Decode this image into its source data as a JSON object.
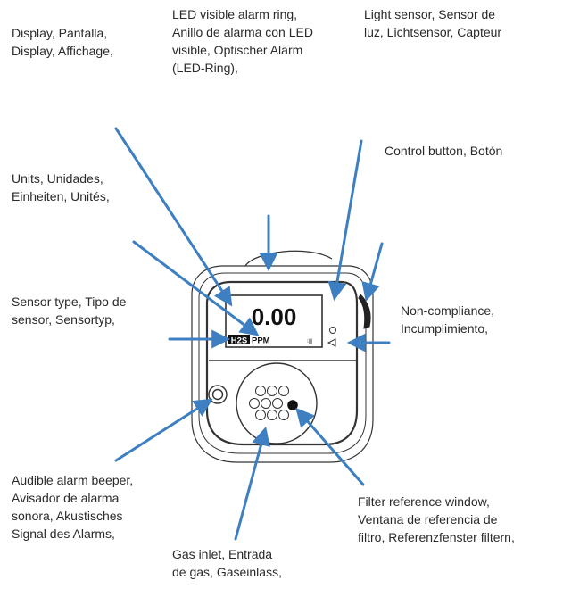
{
  "labels": {
    "display": [
      "Display, Pantalla,",
      "Display, Affichage,"
    ],
    "led_ring": [
      "LED visible alarm ring,",
      "Anillo de alarma con LED",
      "visible, Optischer Alarm",
      "(LED-Ring),"
    ],
    "light_sensor": [
      "Light sensor, Sensor de",
      "luz, Lichtsensor, Capteur"
    ],
    "control_button": [
      "Control button, Botón"
    ],
    "units": [
      "Units, Unidades,",
      "Einheiten, Unités,"
    ],
    "sensor_type": [
      "Sensor type, Tipo de",
      "sensor, Sensortyp,"
    ],
    "non_compliance": [
      "Non-compliance,",
      "Incumplimiento,"
    ],
    "audible_alarm": [
      "Audible alarm beeper,",
      "Avisador de alarma",
      "sonora, Akustisches",
      "Signal des Alarms,"
    ],
    "filter_window": [
      "Filter reference window,",
      "Ventana de referencia de",
      "filtro, Referenzfenster filtern,"
    ],
    "gas_inlet": [
      "Gas inlet, Entrada",
      "de gas, Gaseinlass,"
    ]
  },
  "device": {
    "reading": "0.00",
    "sensor_type": "H2S",
    "units": "PPM",
    "small_glyph": "⁝|||"
  },
  "colors": {
    "arrow": "#3d7fc0",
    "outline": "#333333",
    "text": "#2a2a2a"
  }
}
